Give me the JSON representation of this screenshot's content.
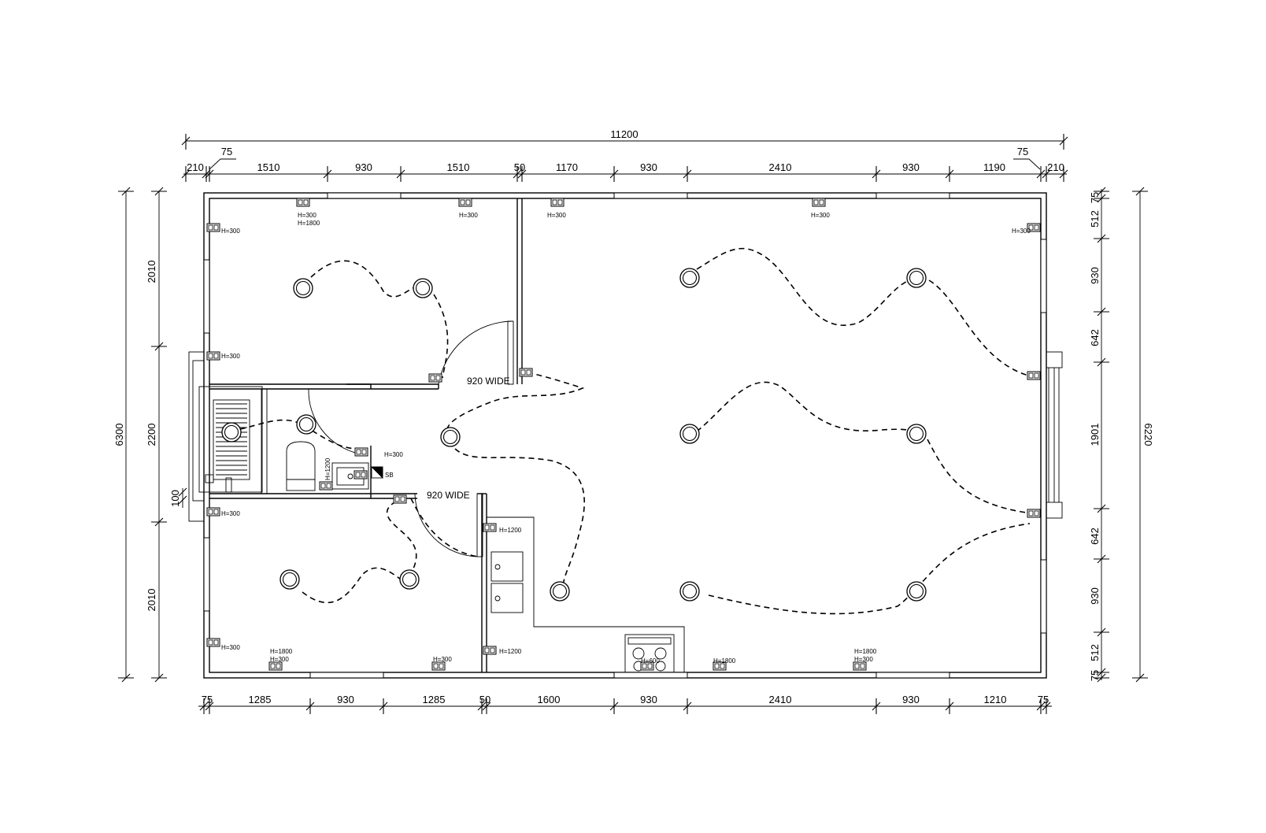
{
  "dimensions": {
    "top_overall": "11200",
    "top_small": [
      "75",
      "75"
    ],
    "top_row": [
      "210",
      "1510",
      "930",
      "1510",
      "50",
      "1170",
      "930",
      "2410",
      "930",
      "1190",
      "210"
    ],
    "bottom_row": [
      "75",
      "1285",
      "930",
      "1285",
      "50",
      "1600",
      "930",
      "2410",
      "930",
      "1210",
      "75"
    ],
    "left_outer": "6300",
    "left_inner": [
      "2010",
      "2200",
      "2010"
    ],
    "left_small": "100",
    "right_outer": "6220",
    "right_inner": [
      "75",
      "512",
      "930",
      "642",
      "1901",
      "642",
      "930",
      "512",
      "75"
    ]
  },
  "notes": {
    "door_top": "920 WIDE",
    "door_bottom": "920 WIDE",
    "sb": "SB"
  },
  "outlet_labels": {
    "bed1_top_a1": "H=300",
    "bed1_top_a2": "H=1800",
    "bed1_top_b": "H=300",
    "bed1_left_a": "H=300",
    "bed1_left_b": "H=300",
    "living_top_a": "H=300",
    "living_top_b": "H=300",
    "living_right": "H=300",
    "bath_right": "H=300",
    "bath_vertical": "H=1200",
    "bed2_left_a": "H=300",
    "bed2_left_b": "H=300",
    "bed2_bottom_a1": "H=1800",
    "bed2_bottom_a2": "H=300",
    "bed2_bottom_b": "H=300",
    "kitchen_a": "H=1200",
    "kitchen_b": "H=1200",
    "stove": "H=600",
    "living_bottom_a": "H=1800",
    "living_bottom_b1": "H=1800",
    "living_bottom_b2": "H=300"
  },
  "colors": {
    "line": "#000000",
    "background": "#ffffff"
  }
}
